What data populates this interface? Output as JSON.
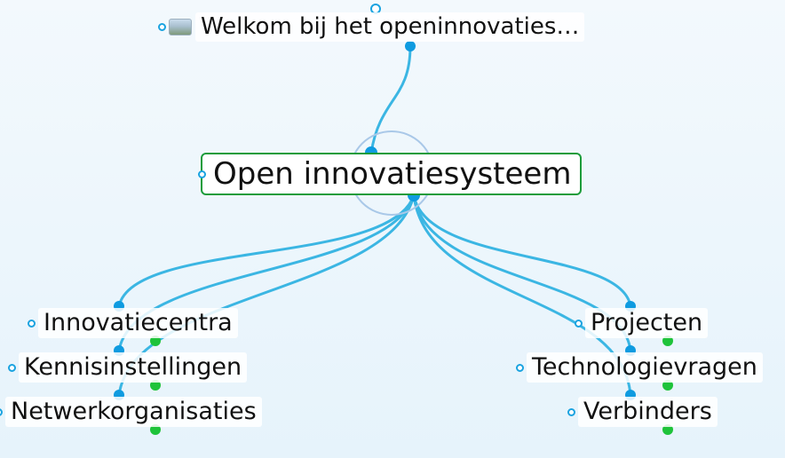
{
  "map": {
    "central": "Open innovatiesysteem",
    "top": "Welkom bij het  openinnovaties…",
    "left": [
      "Innovatiecentra",
      "Kennisinstellingen",
      "Netwerkorganisaties"
    ],
    "right": [
      "Projecten",
      "Technologievragen",
      "Verbinders"
    ]
  },
  "icons": {
    "thumbnail": "image-thumbnail-icon",
    "node_handle": "ring-icon"
  },
  "colors": {
    "link": "#3bb6e3",
    "handle": "#0f9be0",
    "child_handle": "#1ec33a",
    "central_border": "#1c9c3b"
  }
}
